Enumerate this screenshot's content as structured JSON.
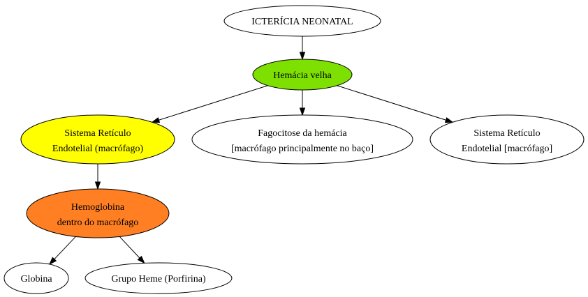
{
  "diagram": {
    "nodes": {
      "ictericia": {
        "lines": [
          "ICTERÍCIA NEONATAL"
        ],
        "fill": "#ffffff"
      },
      "hemacia_velha": {
        "lines": [
          "Hemácia velha"
        ],
        "fill": "#7ee000"
      },
      "sre_amarelo": {
        "lines": [
          "Sistema Retículo",
          "Endotelial (macrófago)"
        ],
        "fill": "#ffff00"
      },
      "fagocitose": {
        "lines": [
          "Fagocitose da hemácia",
          "[macrófago principalmente no baço]"
        ],
        "fill": "#ffffff"
      },
      "sre_branco": {
        "lines": [
          "Sistema Retículo",
          "Endotelial [macrófago]"
        ],
        "fill": "#ffffff"
      },
      "hemoglobina": {
        "lines": [
          "Hemoglobina",
          "dentro do macrófago"
        ],
        "fill": "#ff7f22"
      },
      "globina": {
        "lines": [
          "Globina"
        ],
        "fill": "#ffffff"
      },
      "grupo_heme": {
        "lines": [
          "Grupo Heme (Porfirina)"
        ],
        "fill": "#ffffff"
      }
    },
    "edges": [
      {
        "from": "ictericia",
        "to": "hemacia_velha"
      },
      {
        "from": "hemacia_velha",
        "to": "sre_amarelo"
      },
      {
        "from": "hemacia_velha",
        "to": "fagocitose"
      },
      {
        "from": "hemacia_velha",
        "to": "sre_branco"
      },
      {
        "from": "sre_amarelo",
        "to": "hemoglobina"
      },
      {
        "from": "hemoglobina",
        "to": "globina"
      },
      {
        "from": "hemoglobina",
        "to": "grupo_heme"
      }
    ]
  }
}
